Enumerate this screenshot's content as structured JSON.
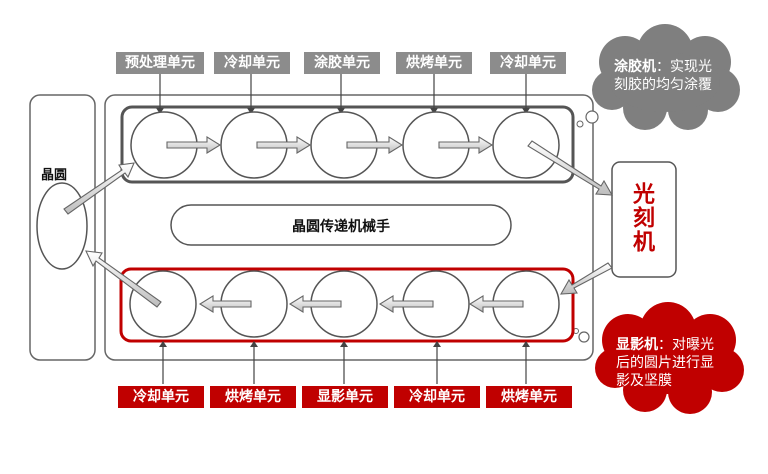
{
  "top_units": [
    "预处理单元",
    "冷却单元",
    "涂胶单元",
    "烘烤单元",
    "冷却单元"
  ],
  "bottom_units": [
    "冷却单元",
    "烘烤单元",
    "显影单元",
    "冷却单元",
    "烘烤单元"
  ],
  "wafer_label": "晶圆",
  "robot_label": "晶圆传递机械手",
  "exposure_machine": "光刻机",
  "coater_note": {
    "title": "涂胶机",
    "text": "：实现光刻胶的均匀涂覆"
  },
  "developer_note": {
    "title": "显影机",
    "text": "：对曝光后的圆片进行显影及坚膜"
  },
  "colors": {
    "accent_red": "#c00000",
    "label_gray": "#8c8c8c",
    "cloud_gray": "#7f7f7f"
  }
}
